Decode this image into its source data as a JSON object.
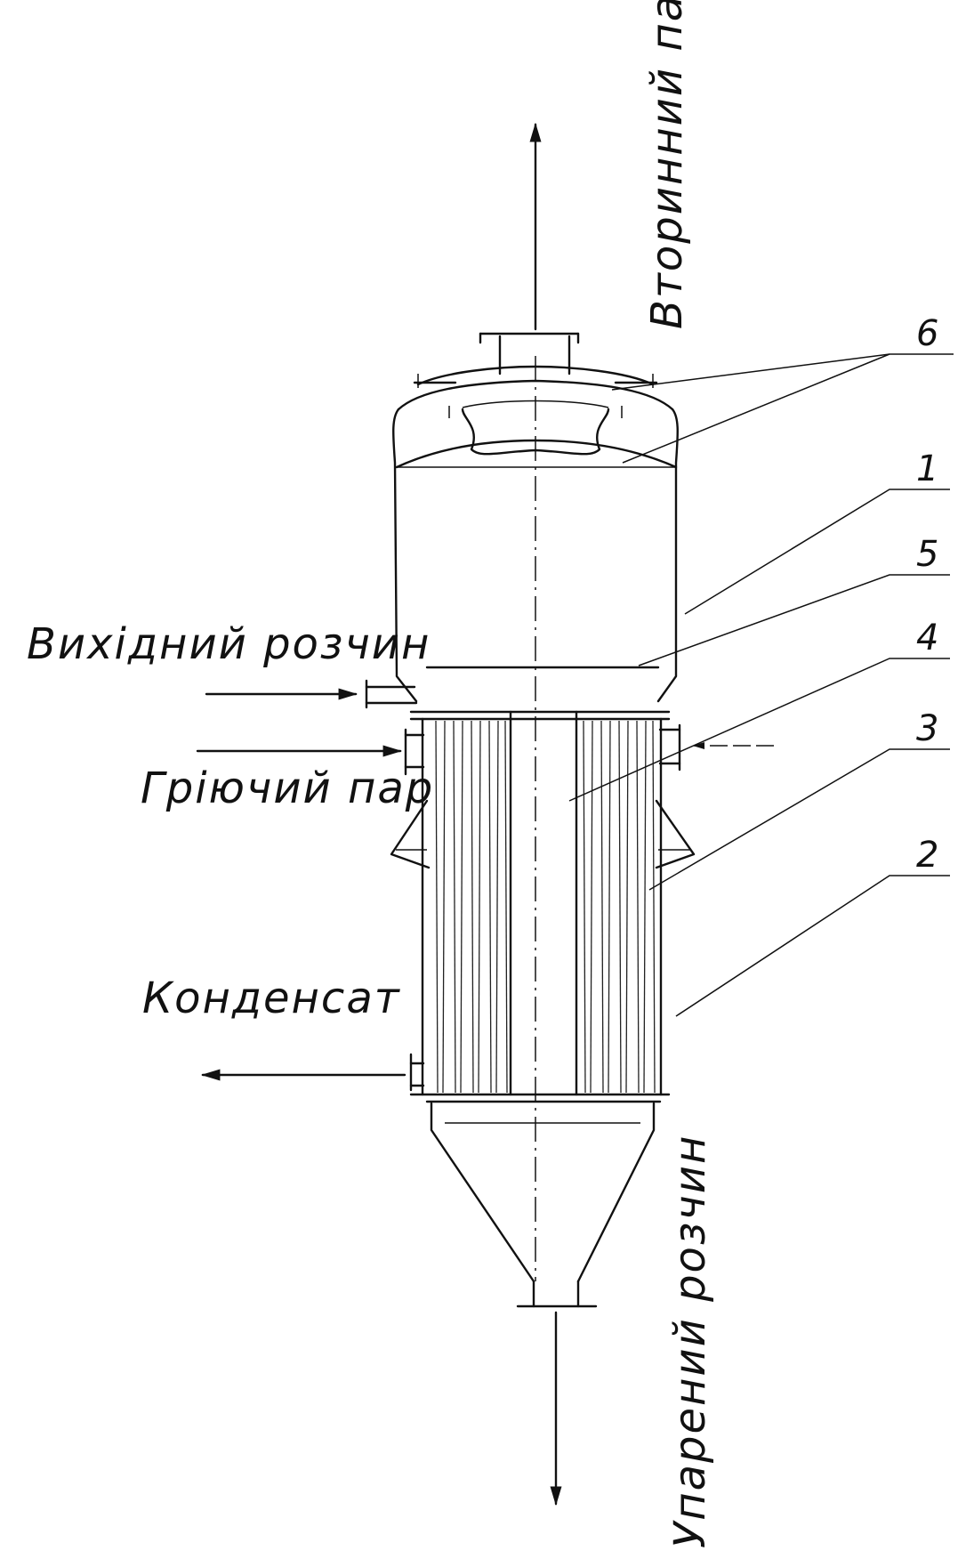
{
  "labels": {
    "secondary_steam": "Вторинний пар",
    "initial_solution": "Вихідний розчин",
    "heating_steam": "Гріючий пар",
    "condensate": "Конденсат",
    "evaporated_solution": "Упарений розчин"
  },
  "parts": [
    "6",
    "1",
    "5",
    "4",
    "3",
    "2"
  ]
}
